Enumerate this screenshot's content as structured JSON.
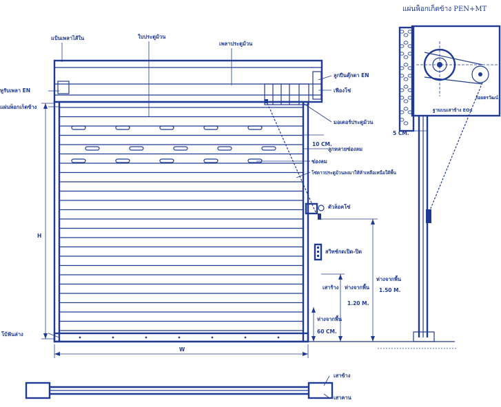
{
  "labels": {
    "shaft_cover": "แป้นเพลาไส้ใน",
    "door_leaf": "ใบประตูม้วน",
    "door_shaft": "เพลาประตูม้วน",
    "bearing_en": "ลูกปืนตุ๊กตา EN",
    "shaft_support_en": "หูรับเพลา EN",
    "gear": "เฟืองโซ่",
    "side_plate": "แผ่นพ็อกเก็ตข้าง",
    "motor": "มอเตอร์ประตูม้วน",
    "vent_slat": "ลูกหลายช่องลม",
    "air_vent": "ช่องลม",
    "chain_note": "โซ่ดาวประตูม้วนลงมาให้ห้าเหลือเหนือใต้พื้น",
    "chain_lock": "ตัวล็อคโซ่",
    "switch": "สวิทช์กดเปิด-ปิด",
    "guide_rail": "เสาร้าง",
    "bottom_bar": "โบ้ฟันล่าง",
    "side_post": "เสาข้าง",
    "beam": "เสาคาน",
    "height_1_20_a": "ห่างจากพื้น",
    "height_1_20_b": "1.20 M.",
    "height_1_50_a": "ห่างจากพื้น",
    "height_1_50_b": "1.50 M.",
    "height_60_a": "ห่างจากพื้น",
    "height_60_b": "60 CM.",
    "dim_10cm": "10 CM.",
    "dim_h": "H",
    "dim_w": "W",
    "side_title": "แผ่นพ็อกเก็ตข้าง PEN+MT",
    "side_stand": "ฐานบนเสาข้าง EOs",
    "side_5cm": "5 CM.",
    "side_rotor": "ร้อยตรวัฒน์"
  }
}
